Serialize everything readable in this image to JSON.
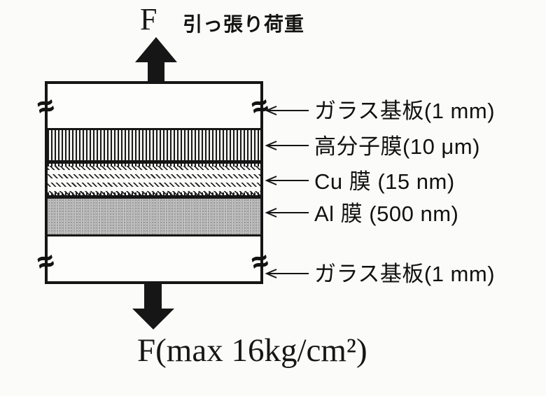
{
  "top": {
    "force_symbol": "F",
    "force_label": "引っ張り荷重"
  },
  "bottom": {
    "force_label": "F(max 16kg/cm²)"
  },
  "stack": {
    "layers": [
      {
        "id": "glass-top",
        "label": "ガラス基板(1 mm)"
      },
      {
        "id": "polymer-film",
        "label": "高分子膜(10 μm)"
      },
      {
        "id": "cu-film",
        "label": "Cu 膜 (15 nm)"
      },
      {
        "id": "al-film",
        "label": "Al 膜 (500 nm)"
      },
      {
        "id": "glass-bottom",
        "label": "ガラス基板(1 mm)"
      }
    ]
  },
  "icons": {
    "break_mark": "≈",
    "up_arrow": "filled-block-arrow-up",
    "down_arrow": "filled-block-arrow-down",
    "ref_arrow": "thin-left-arrow"
  },
  "colors": {
    "ink": "#151515",
    "al_gray": "#b4b4b4",
    "paper": "#fbfbf9"
  }
}
